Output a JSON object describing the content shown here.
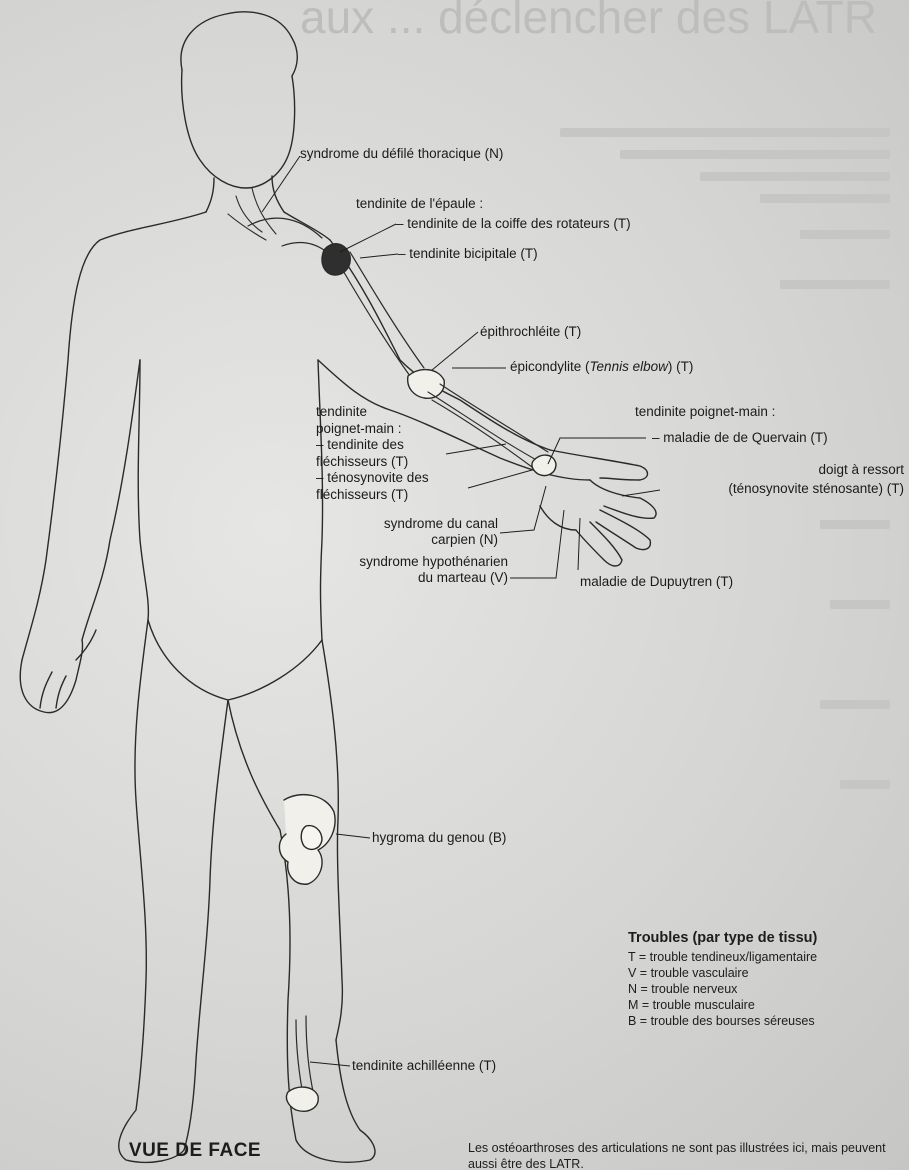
{
  "background_heading": "aux ... déclencher des LATR",
  "view_title": "VUE DE FACE",
  "labels": {
    "thoracic_outlet": "syndrome du défilé thoracique (N)",
    "shoulder_tendinitis": "tendinite de l'épaule :",
    "rotator_cuff": "– tendinite de la coiffe des rotateurs (T)",
    "bicipital": "– tendinite bicipitale (T)",
    "epitrochleitis": "épithrochléite (T)",
    "epicondylitis_prefix": "épicondylite (",
    "epicondylitis_italic": "Tennis elbow",
    "epicondylitis_suffix": ") (T)",
    "wrist_hand_left": "tendinite\npoignet-main :\n– tendinite des\n   fléchisseurs (T)\n– ténosynovite des\n   fléchisseurs (T)",
    "wrist_hand_right": "tendinite poignet-main :",
    "de_quervain": "– maladie de de Quervain (T)",
    "trigger_finger": "doigt à ressort\n(ténosynovite sténosante) (T)",
    "carpal_tunnel": "syndrome du canal\ncarpien (N)",
    "hypothenar": "syndrome hypothénarien\ndu marteau (V)",
    "dupuytren": "maladie de Dupuytren (T)",
    "knee_hygroma": "hygroma du genou (B)",
    "achilles": "tendinite achilléenne (T)"
  },
  "legend": {
    "title": "Troubles (par type de tissu)",
    "items": [
      "T = trouble tendineux/ligamentaire",
      "V = trouble vasculaire",
      "N = trouble nerveux",
      "M = trouble musculaire",
      "B = trouble des bourses séreuses"
    ]
  },
  "footnote": "Les ostéoarthroses des articulations ne sont pas illustrées ici, mais peuvent aussi être des LATR.",
  "colors": {
    "outline": "#2a2a2a",
    "bone": "#f1f0ea",
    "page": "#dcdcda"
  }
}
